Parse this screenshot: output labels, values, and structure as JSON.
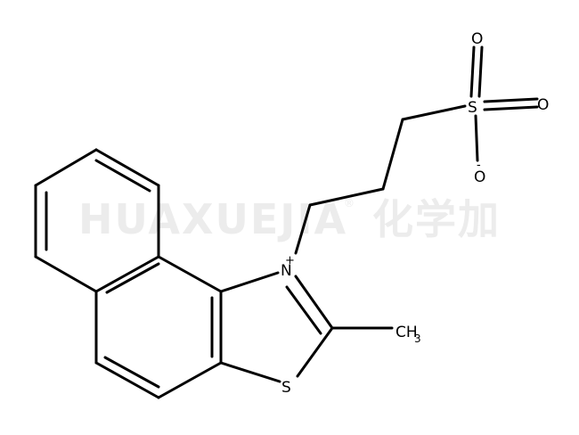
{
  "watermark": {
    "latin": "HUAXUEJIA",
    "registered": "®",
    "chinese": "化学加",
    "color": "#ececec"
  },
  "atoms": {
    "nitrogen": "N",
    "nitrogen_charge": "+",
    "sulfur_ring": "S",
    "sulfur_sulfonate": "S",
    "oxygen_top": "O",
    "oxygen_right": "O",
    "oxygen_bottom": "O",
    "oxygen_charge": "-",
    "methyl_c": "CH",
    "methyl_sub": "3"
  },
  "colors": {
    "bond": "#000000",
    "label": "#000000"
  }
}
